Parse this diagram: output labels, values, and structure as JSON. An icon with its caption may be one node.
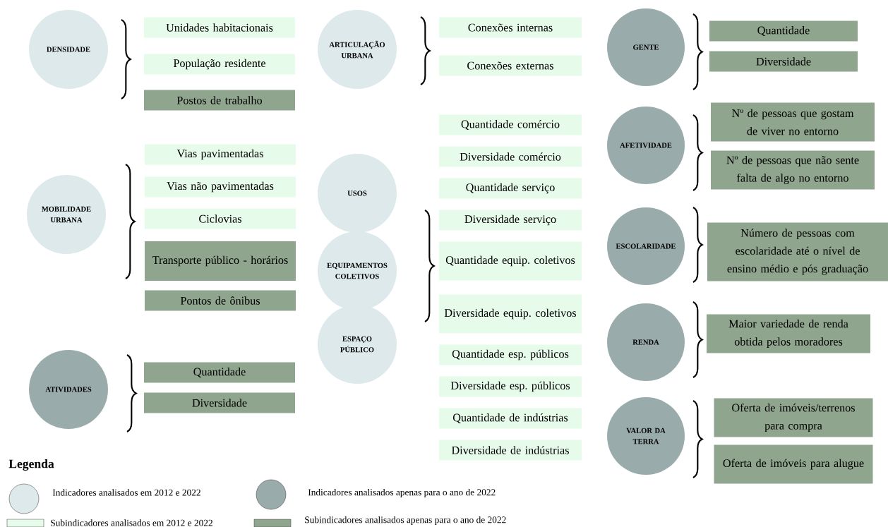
{
  "diagram": {
    "nodes": [
      {
        "text": [
          "DENSIDADE"
        ]
      },
      {
        "text": [
          "Unidades habitacionais"
        ]
      },
      {
        "text": [
          "População residente"
        ]
      },
      {
        "text": [
          "Postos de trabalho"
        ]
      },
      {
        "text": [
          "MOBILIDADE URBANA"
        ]
      },
      {
        "text": [
          "Vias pavimentadas"
        ]
      },
      {
        "text": [
          "Vias não pavimentadas"
        ]
      },
      {
        "text": [
          "Ciclovias"
        ]
      },
      {
        "text": [
          "Transporte público - horários"
        ]
      },
      {
        "text": [
          "Pontos de ônibus"
        ]
      },
      {
        "text": [
          "ATIVIDADES"
        ]
      },
      {
        "text": [
          "Quantidade"
        ]
      },
      {
        "text": [
          "Diversidade"
        ]
      },
      {
        "text": [
          "ARTICULAÇÃO URBANA"
        ]
      },
      {
        "text": [
          "Conexões internas"
        ]
      },
      {
        "text": [
          "Conexões externas"
        ]
      },
      {
        "text": [
          "USOS"
        ]
      },
      {
        "text": [
          "EQUIPAMENTOS COLETIVOS"
        ]
      },
      {
        "text": [
          "ESPAÇO PÚBLICO"
        ]
      },
      {
        "text": [
          "Quantidade comércio"
        ]
      },
      {
        "text": [
          "Diversidade comércio"
        ]
      },
      {
        "text": [
          "Quantidade serviço"
        ]
      },
      {
        "text": [
          "Diversidade serviço"
        ]
      },
      {
        "text": [
          "Quantidade equip. coletivos"
        ]
      },
      {
        "text": [
          "Diversidade equip. coletivos"
        ]
      },
      {
        "text": [
          "Quantidade esp. públicos"
        ]
      },
      {
        "text": [
          "Diversidade esp. públicos"
        ]
      },
      {
        "text": [
          "Quantidade de indústrias"
        ]
      },
      {
        "text": [
          "Diversidade de indústrias"
        ]
      },
      {
        "text": [
          "GENTE"
        ]
      },
      {
        "text": [
          "Quantidade"
        ]
      },
      {
        "text": [
          "Diversidade"
        ]
      },
      {
        "text": [
          "AFETIVIDADE"
        ]
      },
      {
        "text": [
          "Nº de pessoas que gostam de viver no entorno"
        ]
      },
      {
        "text": [
          "Nº de pessoas que não sente falta de algo no entorno"
        ]
      },
      {
        "text": [
          "ESCOLARIDADE"
        ]
      },
      {
        "text": [
          "Número de pessoas com escolaridade até o nível de ensino médio e pós graduação"
        ]
      },
      {
        "text": [
          "RENDA"
        ]
      },
      {
        "text": [
          "Maior variedade de renda obtida pelos moradores"
        ]
      },
      {
        "text": [
          "VALOR DA TERRA"
        ]
      },
      {
        "text": [
          "Oferta de imóveis/terrenos para compra"
        ]
      },
      {
        "text": [
          "Oferta de imóveis para alugue"
        ]
      }
    ],
    "labels": [
      "Legenda"
    ],
    "legend": [
      {
        "text": "Indicadores analisados em 2012 e 2022",
        "color": "#dde9ea"
      },
      {
        "text": "Indicadores analisados apenas para o ano de 2022",
        "color": "#9aabab"
      },
      {
        "text": "Subindicadores analisados em 2012 e 2022",
        "color": "#e6fbe9"
      },
      {
        "text": "Subindicadores analisados apenas para o ano de 2022",
        "color": "#8fa58e"
      }
    ]
  }
}
